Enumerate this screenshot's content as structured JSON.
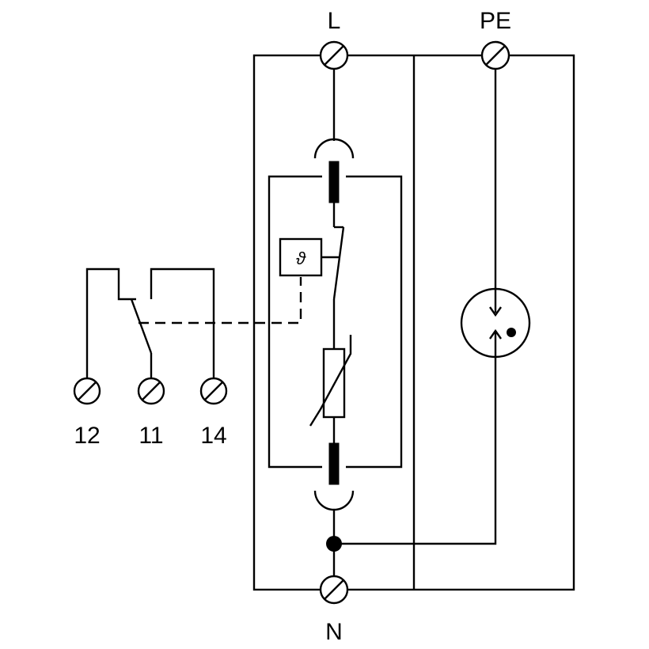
{
  "terminals": {
    "L": "L",
    "PE": "PE",
    "N": "N",
    "t12": "12",
    "t11": "11",
    "t14": "14"
  },
  "thermal_symbol": "ϑ",
  "icons": [
    "screw-terminal-icon",
    "fuse-icon",
    "thermal-sensor-icon",
    "switch-contact-icon",
    "varistor-icon",
    "spark-gap-icon",
    "junction-dot-icon"
  ],
  "colors": {
    "line": "#000000",
    "background": "#ffffff"
  }
}
